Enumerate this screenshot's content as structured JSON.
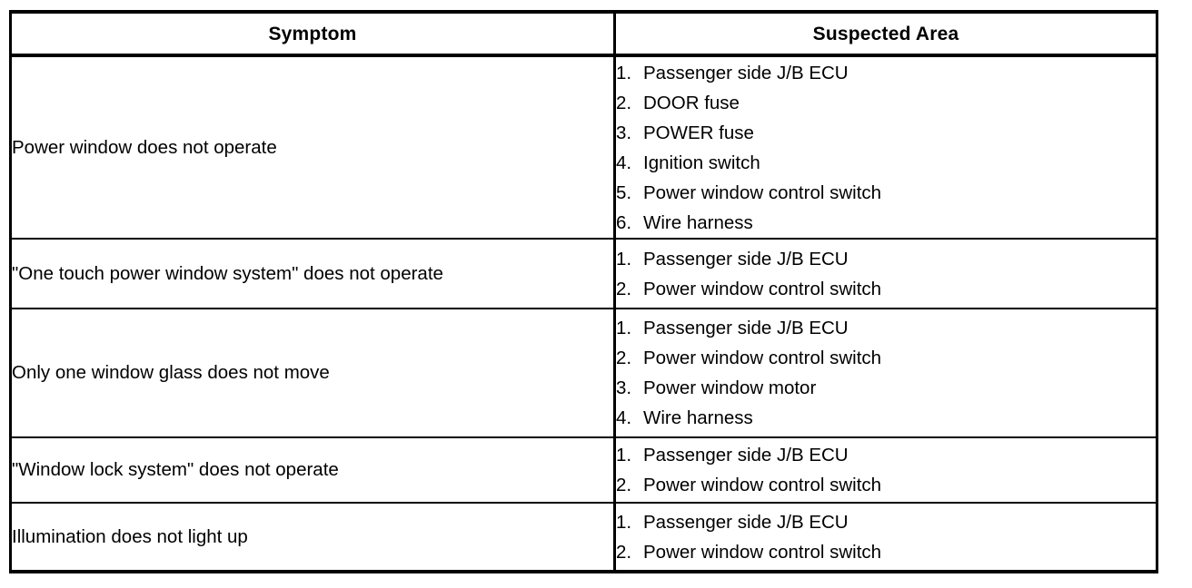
{
  "table": {
    "headers": {
      "symptom": "Symptom",
      "suspected_area": "Suspected Area"
    },
    "rows": [
      {
        "symptom": "Power window does not operate",
        "suspected_area": [
          {
            "num": "1.",
            "text": "Passenger side J/B ECU"
          },
          {
            "num": "2.",
            "text": "DOOR fuse"
          },
          {
            "num": "3.",
            "text": "POWER fuse"
          },
          {
            "num": "4.",
            "text": "Ignition switch"
          },
          {
            "num": "5.",
            "text": "Power window control switch"
          },
          {
            "num": "6.",
            "text": "Wire harness"
          }
        ]
      },
      {
        "symptom": "\"One touch power window system\" does not operate",
        "suspected_area": [
          {
            "num": "1.",
            "text": "Passenger side J/B ECU"
          },
          {
            "num": "2.",
            "text": "Power window control switch"
          }
        ]
      },
      {
        "symptom": "Only one window glass does not move",
        "suspected_area": [
          {
            "num": "1.",
            "text": "Passenger side J/B ECU"
          },
          {
            "num": "2.",
            "text": "Power window control switch"
          },
          {
            "num": "3.",
            "text": "Power window motor"
          },
          {
            "num": "4.",
            "text": "Wire harness"
          }
        ]
      },
      {
        "symptom": "\"Window lock system\" does not operate",
        "suspected_area": [
          {
            "num": "1.",
            "text": "Passenger side J/B ECU"
          },
          {
            "num": "2.",
            "text": "Power window control switch"
          }
        ]
      },
      {
        "symptom": "Illumination does not light up",
        "suspected_area": [
          {
            "num": "1.",
            "text": "Passenger side J/B ECU"
          },
          {
            "num": "2.",
            "text": "Power window control switch"
          }
        ]
      }
    ]
  },
  "colors": {
    "ink": "#000000",
    "paper": "#ffffff"
  }
}
